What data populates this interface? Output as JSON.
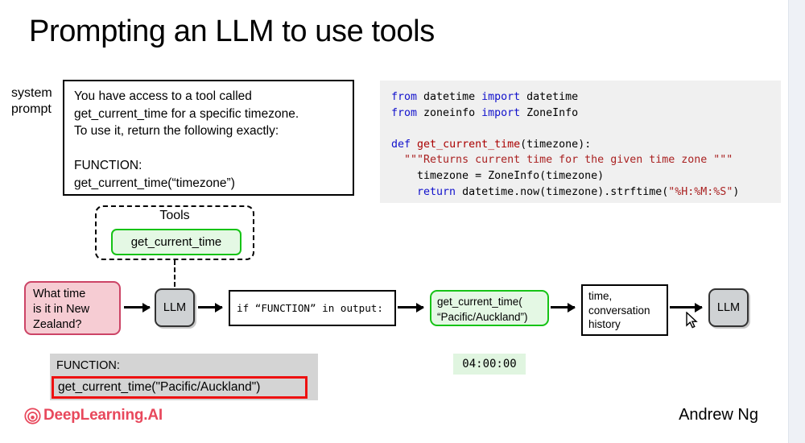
{
  "slide": {
    "title": "Prompting an LLM to use tools",
    "background": "#ffffff"
  },
  "system_prompt": {
    "label": "system\nprompt",
    "text": "You have access to a tool called\nget_current_time for a specific timezone.\nTo use it, return the following exactly:\n\nFUNCTION:\nget_current_time(“timezone”)"
  },
  "code_panel": {
    "background": "#f0f0f0",
    "lines": [
      "from datetime import datetime",
      "from zoneinfo import ZoneInfo",
      "",
      "def get_current_time(timezone):",
      "  \"\"\"Returns current time for the given time zone \"\"\"",
      "    timezone = ZoneInfo(timezone)",
      "    return datetime.now(timezone).strftime(\"%H:%M:%S\")"
    ],
    "tokens": {
      "keyword_color": "#1111cc",
      "function_color": "#aa0000",
      "string_color": "#aa2222"
    }
  },
  "tools": {
    "title": "Tools",
    "chip_label": "get_current_time",
    "chip_border": "#16c316",
    "chip_fill": "#e4f8e4"
  },
  "flow": {
    "question": "What time\nis it in New\nZealand?",
    "llm_1": "LLM",
    "condition": "if “FUNCTION” in output:",
    "tool_call": "get_current_time(\n“Pacific/Auckland”)",
    "history": "time,\nconversation\nhistory",
    "llm_2": "LLM",
    "colors": {
      "question_fill": "#f6ccd3",
      "question_border": "#cc4466",
      "llm_fill": "#cfd2d4",
      "tool_border": "#16c316",
      "tool_fill": "#e4f8e4"
    }
  },
  "outputs": {
    "function_label": "FUNCTION:",
    "function_call": "get_current_time(\"Pacific/Auckland\")",
    "highlight_color": "#ee1111",
    "time_value": "04:00:00",
    "time_fill": "#e0f5e0"
  },
  "footer": {
    "brand": "DeepLearning.AI",
    "brand_color": "#e8485c",
    "author": "Andrew Ng"
  }
}
